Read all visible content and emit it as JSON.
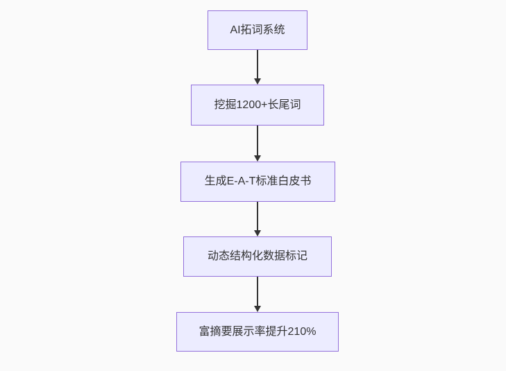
{
  "diagram": {
    "type": "flowchart",
    "direction": "top-down",
    "nodes": [
      {
        "id": "node-1",
        "label": "AI拓词系统"
      },
      {
        "id": "node-2",
        "label": "挖掘1200+长尾词"
      },
      {
        "id": "node-3",
        "label": "生成E-A-T标准白皮书"
      },
      {
        "id": "node-4",
        "label": "动态结构化数据标记"
      },
      {
        "id": "node-5",
        "label": "富摘要展示率提升210%"
      }
    ],
    "edges": [
      {
        "from": "node-1",
        "to": "node-2"
      },
      {
        "from": "node-2",
        "to": "node-3"
      },
      {
        "from": "node-3",
        "to": "node-4"
      },
      {
        "from": "node-4",
        "to": "node-5"
      }
    ],
    "colors": {
      "background": "#fafafa",
      "node_fill": "#ececff",
      "node_border": "#9370db",
      "edge": "#333333",
      "text": "#333333"
    }
  }
}
